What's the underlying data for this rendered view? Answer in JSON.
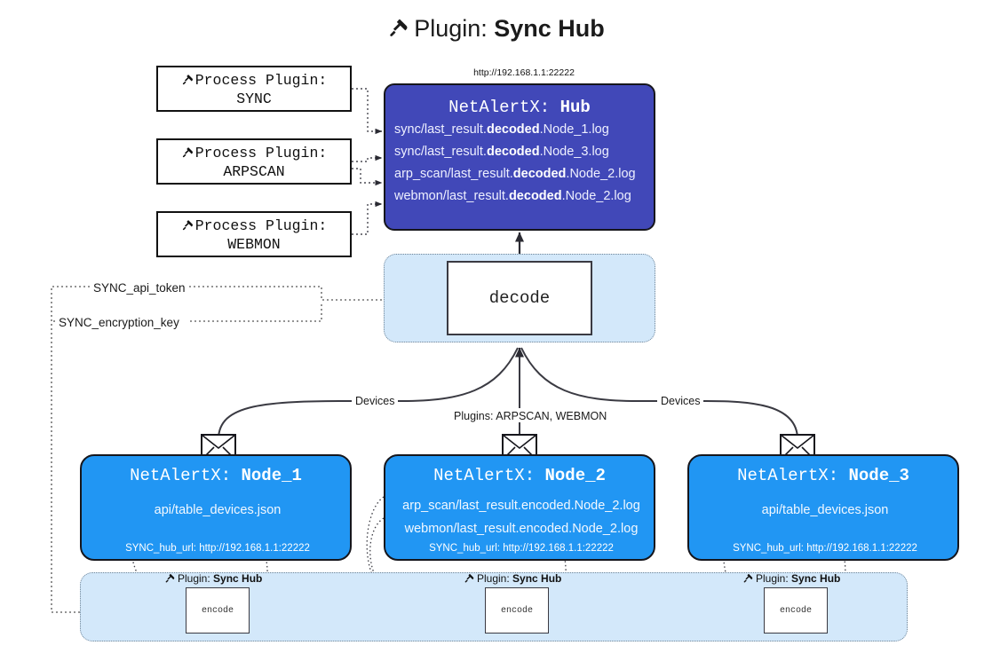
{
  "title": {
    "icon": "plug-icon",
    "prefix": "Plugin: ",
    "name": "Sync Hub"
  },
  "hub": {
    "url": "http://192.168.1.1:22222",
    "title_prefix": "NetAlertX: ",
    "title_name": "Hub",
    "lines": [
      {
        "pre": "sync/last_result.",
        "bold": "decoded",
        "post": ".Node_1.log"
      },
      {
        "pre": "sync/last_result.",
        "bold": "decoded",
        "post": ".Node_3.log"
      },
      {
        "pre": "arp_scan/last_result.",
        "bold": "decoded",
        "post": ".Node_2.log"
      },
      {
        "pre": "webmon/last_result.",
        "bold": "decoded",
        "post": ".Node_2.log"
      }
    ]
  },
  "process_plugins": [
    {
      "icon": "plug-icon",
      "label": "Process Plugin:",
      "name": "SYNC"
    },
    {
      "icon": "plug-icon",
      "label": "Process Plugin:",
      "name": "ARPSCAN"
    },
    {
      "icon": "plug-icon",
      "label": "Process Plugin:",
      "name": "WEBMON"
    }
  ],
  "decode": {
    "label": "decode"
  },
  "settings_edges": [
    {
      "label": "SYNC_api_token"
    },
    {
      "label": "SYNC_encryption_key"
    }
  ],
  "edge_labels": {
    "devices_left": "Devices",
    "devices_right": "Devices",
    "plugins_mid": "Plugins: ARPSCAN, WEBMON"
  },
  "nodes": [
    {
      "title_prefix": "NetAlertX: ",
      "title_name": "Node_1",
      "lines": [
        "api/table_devices.json"
      ],
      "footer": "SYNC_hub_url: http://192.168.1.1:22222"
    },
    {
      "title_prefix": "NetAlertX: ",
      "title_name": "Node_2",
      "lines": [
        "arp_scan/last_result.encoded.Node_2.log",
        "webmon/last_result.encoded.Node_2.log"
      ],
      "footer": "SYNC_hub_url: http://192.168.1.1:22222"
    },
    {
      "title_prefix": "NetAlertX: ",
      "title_name": "Node_3",
      "lines": [
        "api/table_devices.json"
      ],
      "footer": "SYNC_hub_url: http://192.168.1.1:22222"
    }
  ],
  "encoders": [
    {
      "caption_prefix": "Plugin: ",
      "caption_name": "Sync Hub",
      "label": "encode"
    },
    {
      "caption_prefix": "Plugin: ",
      "caption_name": "Sync Hub",
      "label": "encode"
    },
    {
      "caption_prefix": "Plugin: ",
      "caption_name": "Sync Hub",
      "label": "encode"
    }
  ],
  "colors": {
    "hub_fill": "#4148b8",
    "node_fill": "#2196f3",
    "container_fill": "#d3e8fa",
    "border_dark": "#16161c",
    "edge_stroke": "#3a3a42"
  }
}
